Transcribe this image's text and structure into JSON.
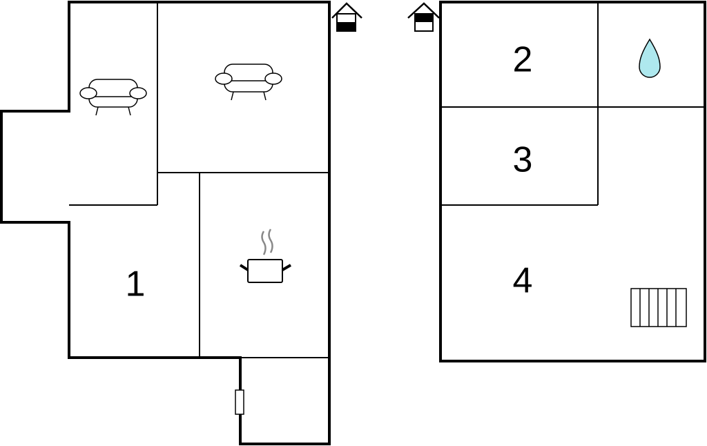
{
  "floorplan": {
    "rooms": [
      {
        "label": "1"
      },
      {
        "label": "2"
      },
      {
        "label": "3"
      },
      {
        "label": "4"
      }
    ],
    "icons": [
      "sofa-icon",
      "sofa-icon",
      "cooking-pot-icon",
      "water-drop-icon",
      "stairs-icon",
      "house-ground-floor-icon",
      "house-upper-floor-icon",
      "door-icon"
    ],
    "colors": {
      "wall": "#000000",
      "water": "#aee8ee",
      "steam": "#888888"
    }
  }
}
